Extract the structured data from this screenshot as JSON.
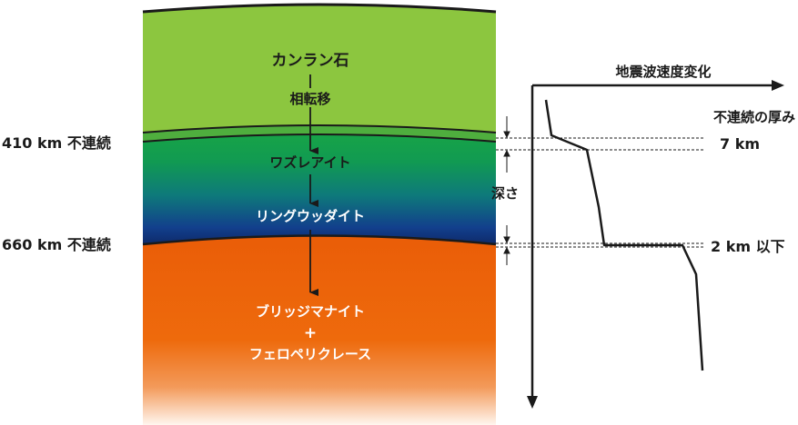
{
  "layers": {
    "upper_mineral": "カンラン石",
    "phase_transition": "相転移",
    "wadsleyite": "ワズレアイト",
    "ringwoodite": "リングウッダイト",
    "lower_line1": "ブリッジマナイト",
    "lower_plus": "+",
    "lower_line2": "フェロペリクレース"
  },
  "discontinuities": {
    "d410": "410 km 不連続",
    "d660": "660 km 不連続"
  },
  "profile": {
    "velocity_axis_label": "地震波速度変化",
    "thickness_header": "不連続の厚み",
    "thickness_410": "7 km",
    "thickness_660": "2 km 以下",
    "depth_label": "深さ"
  },
  "colors": {
    "olivine_green": "#8cc63f",
    "wadsleyite_green": "#119a4a",
    "ringwoodite_blue": "#103a8a",
    "lower_mantle_orange": "#ec6407",
    "line": "#1a1a1a"
  }
}
